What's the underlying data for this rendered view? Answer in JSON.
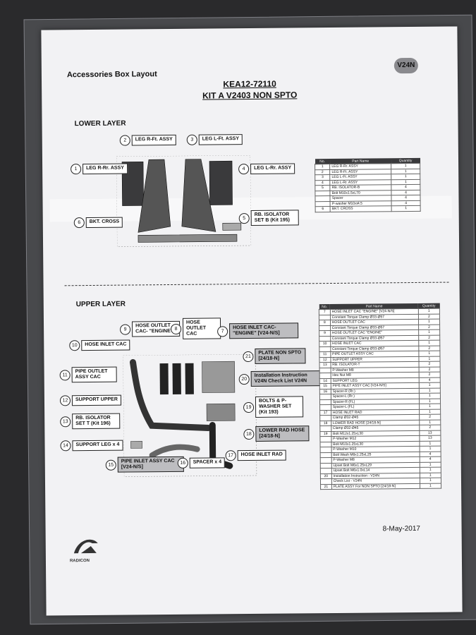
{
  "header": {
    "section_title": "Accessories Box Layout",
    "doc_code": "KEA12-72110",
    "kit_title": "KIT A V2403 NON SPTO",
    "badge": "V24N"
  },
  "lower_layer": {
    "title": "LOWER LAYER",
    "callouts": [
      {
        "num": "1",
        "label": "LEG R-Rr. ASSY"
      },
      {
        "num": "2",
        "label": "LEG R-Ft. ASSY"
      },
      {
        "num": "3",
        "label": "LEG L-Ft. ASSY"
      },
      {
        "num": "4",
        "label": "LEG L-Rr. ASSY"
      },
      {
        "num": "5",
        "label": "RB. ISOLATOR SET B (Kit 195)"
      },
      {
        "num": "6",
        "label": "BKT. CROSS"
      }
    ],
    "table": {
      "headers": [
        "No.",
        "Part Name",
        "Quantity"
      ],
      "rows": [
        [
          "1",
          "LEG R-Rr. ASSY",
          "1"
        ],
        [
          "2",
          "LEG R-Ft. ASSY",
          "1"
        ],
        [
          "3",
          "LEG L-Ft. ASSY",
          "1"
        ],
        [
          "4",
          "LEG L-Rr. ASSY",
          "1"
        ],
        [
          "5",
          "RB. ISOLATOR-B",
          "4"
        ],
        [
          "",
          "Bolt M10x1.5xL70",
          "4"
        ],
        [
          "",
          "Spacer",
          "4"
        ],
        [
          "",
          "P-washer M10xt4.5",
          "4"
        ],
        [
          "6",
          "BKT. CROSS",
          "1"
        ]
      ]
    }
  },
  "upper_layer": {
    "title": "UPPER LAYER",
    "callouts": [
      {
        "num": "7",
        "label": "HOSE INLET CAC- \"ENGINE\" [V24-N/S]"
      },
      {
        "num": "8",
        "label": "HOSE OUTLET CAC"
      },
      {
        "num": "9",
        "label": "HOSE OUTLET CAC- \"ENGINE\""
      },
      {
        "num": "10",
        "label": "HOSE INLET CAC"
      },
      {
        "num": "11",
        "label": "PIPE OUTLET ASSY CAC"
      },
      {
        "num": "12",
        "label": "SUPPORT UPPER"
      },
      {
        "num": "13",
        "label": "RB. ISOLATOR SET T (Kit 196)"
      },
      {
        "num": "14",
        "label": "SUPPORT LEG x 4"
      },
      {
        "num": "15",
        "label": "PIPE INLET ASSY CAC [V24-N/S]"
      },
      {
        "num": "16",
        "label": "SPACER x 4"
      },
      {
        "num": "17",
        "label": "HOSE INLET RAD"
      },
      {
        "num": "18",
        "label": "LOWER RAD HOSE [24/18-N]"
      },
      {
        "num": "19",
        "label": "BOLTS & P-WASHER SET (Kit 193)"
      },
      {
        "num": "20",
        "label": "Installation Instruction V24N Check List V24N"
      },
      {
        "num": "21",
        "label": "PLATE NON SPTO [24/18-N]"
      }
    ],
    "table": {
      "headers": [
        "No.",
        "Part Name",
        "Quantity"
      ],
      "rows": [
        [
          "7",
          "HOSE INLET CAC \"ENGINE\" [V24-N/S]",
          "1"
        ],
        [
          "",
          "Constant Torque Clamp Ø33-Ø57",
          "2"
        ],
        [
          "8",
          "HOSE OUTLET CAC",
          "1"
        ],
        [
          "",
          "Constant Torque Clamp Ø33-Ø57",
          "2"
        ],
        [
          "9",
          "HOSE OUTLET CAC \"ENGINE\"",
          "1"
        ],
        [
          "",
          "Constant Torque Clamp Ø33-Ø57",
          "2"
        ],
        [
          "10",
          "HOSE INLET CAC",
          "1"
        ],
        [
          "",
          "Constant Torque Clamp Ø33-Ø57",
          "2"
        ],
        [
          "11",
          "PIPE OUTLET ASSY CAC",
          "1"
        ],
        [
          "12",
          "SUPPORT UPPER",
          "1"
        ],
        [
          "13",
          "RB. ISOLATOR-T",
          "2"
        ],
        [
          "",
          "P-Washer M8",
          "2"
        ],
        [
          "",
          "Hex Nut M8",
          "2"
        ],
        [
          "14",
          "SUPPORT LEG",
          "4"
        ],
        [
          "15",
          "PIPE INLET ASSY CAC [V24-N/S]",
          "1"
        ],
        [
          "16",
          "Spacer-R (Rr.)",
          "1"
        ],
        [
          "",
          "Spacer-L (Rr.)",
          "1"
        ],
        [
          "",
          "Spacer-R (FL)",
          "1"
        ],
        [
          "",
          "Spacer-L (FL)",
          "1"
        ],
        [
          "17",
          "HOSE INLET RAD",
          "1"
        ],
        [
          "",
          "Clamp Ø32-Ø45",
          "2"
        ],
        [
          "18",
          "LOWER RAD HOSE [24/18-N]",
          "1"
        ],
        [
          "",
          "Clamp Ø32-Ø45",
          "2"
        ],
        [
          "19",
          "Bolt M12x1.25xL30",
          "13"
        ],
        [
          "",
          "P-Washer M12",
          "13"
        ],
        [
          "",
          "Bolt M10x1.25xL30",
          "1"
        ],
        [
          "",
          "P-Washer M10",
          "1"
        ],
        [
          "",
          "Bolt Wash M8x1.25xL25",
          "4"
        ],
        [
          "",
          "P-Washer M8",
          "4"
        ],
        [
          "",
          "Upset Bolt M6x1.25xL29",
          "1"
        ],
        [
          "",
          "Upset Bolt M6x1.0xL14",
          "1"
        ],
        [
          "20",
          "Installation Instruction - V24N",
          "1"
        ],
        [
          "",
          "Check List - V24N",
          "1"
        ],
        [
          "21",
          "PLATE ASSY For NON SPTO [24/18-N]",
          "1"
        ]
      ]
    }
  },
  "footer": {
    "date": "8-May-2017",
    "logo_text": "RADICON"
  }
}
